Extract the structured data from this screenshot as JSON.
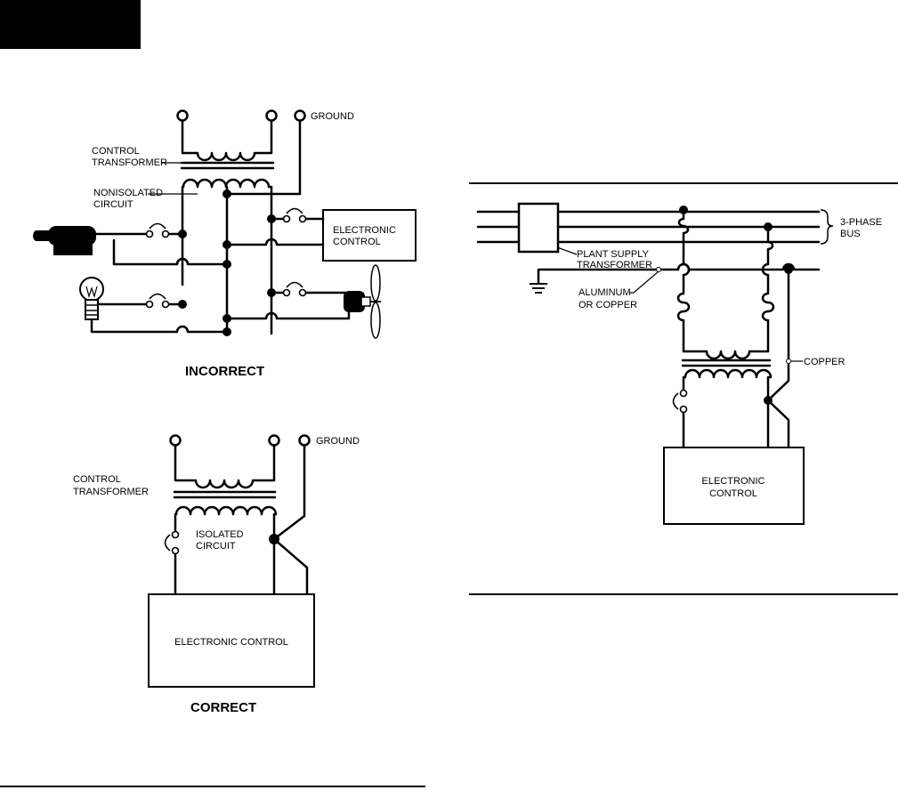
{
  "incorrect": {
    "ground_label": "GROUND",
    "transformer_label": [
      "CONTROL",
      "TRANSFORMER"
    ],
    "circuit_label": [
      "NONISOLATED",
      "CIRCUIT"
    ],
    "control_label": [
      "ELECTRONIC",
      "CONTROL"
    ],
    "caption": "INCORRECT",
    "icons": [
      "motor-icon",
      "light-bulb-icon",
      "fan-icon",
      "switch-icon"
    ]
  },
  "correct": {
    "ground_label": "GROUND",
    "transformer_label": [
      "CONTROL",
      "TRANSFORMER"
    ],
    "circuit_label": [
      "ISOLATED",
      "CIRCUIT"
    ],
    "control_label": "ELECTRONIC CONTROL",
    "caption": "CORRECT"
  },
  "supply": {
    "bus_label": [
      "3-PHASE",
      "BUS"
    ],
    "plant_transformer_label": [
      "PLANT SUPPLY",
      "TRANSFORMER"
    ],
    "conductor_label": [
      "ALUMINUM",
      "OR COPPER"
    ],
    "copper_label": "COPPER",
    "control_label": [
      "ELECTRONIC",
      "CONTROL"
    ]
  },
  "colors": {
    "ink": "#000000",
    "header_block": "#000000",
    "background": "#ffffff"
  }
}
